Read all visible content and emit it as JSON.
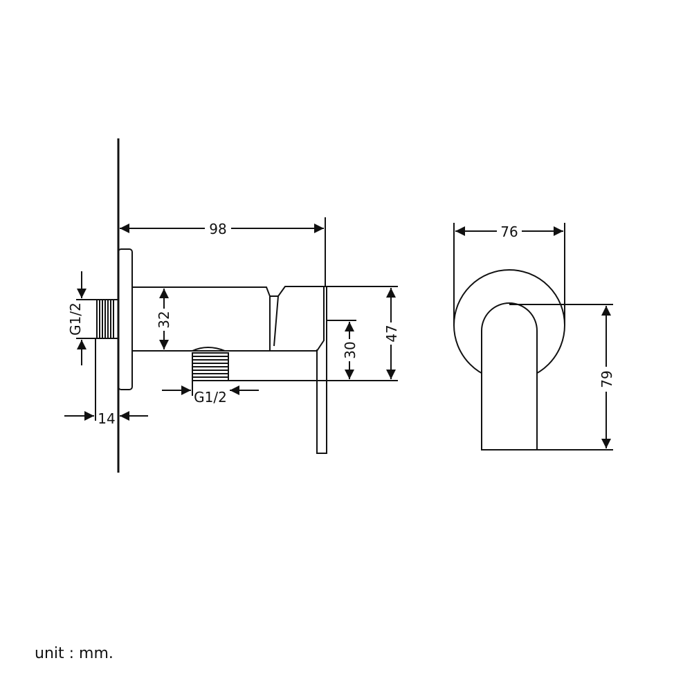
{
  "unit_note": "unit : mm.",
  "dimensions": {
    "overall_depth": "98",
    "body_height": "32",
    "handle_height": "47",
    "outlet_offset": "30",
    "wall_thread": "G1/2",
    "outlet_thread": "G1/2",
    "thread_length": "14",
    "flange_diameter": "76",
    "handle_length": "79"
  }
}
